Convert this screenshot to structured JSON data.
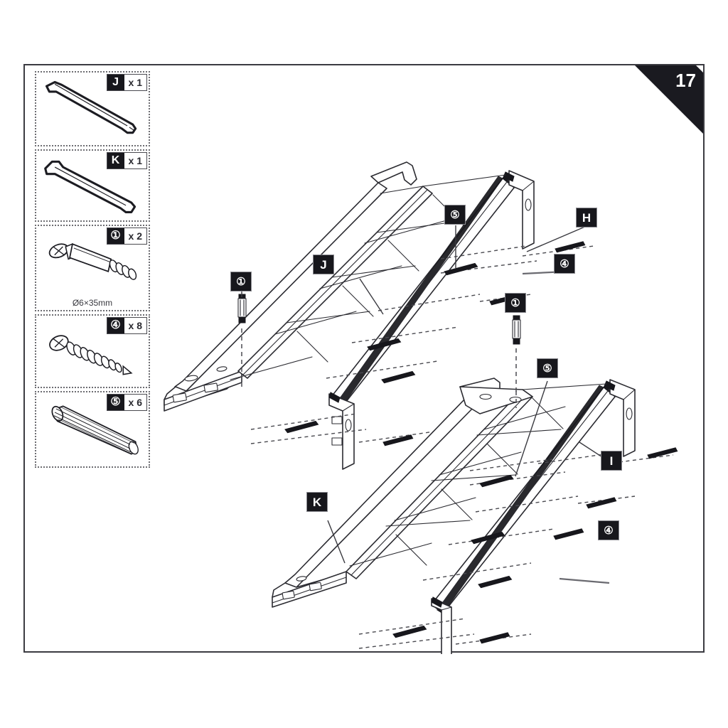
{
  "page": {
    "number": "17",
    "background_color": "#ffffff",
    "frame_color": "#3b3b41",
    "badge_color": "#17171c"
  },
  "parts_list": [
    {
      "symbol": "J",
      "quantity": "x 1",
      "icon": "rail-bar-icon",
      "dimension": ""
    },
    {
      "symbol": "K",
      "quantity": "x 1",
      "icon": "rail-bar-icon",
      "dimension": ""
    },
    {
      "symbol": "①",
      "quantity": "x 2",
      "icon": "cam-bolt-icon",
      "dimension": "Ø6×35mm"
    },
    {
      "symbol": "④",
      "quantity": "x 8",
      "icon": "wood-screw-icon",
      "dimension": ""
    },
    {
      "symbol": "⑤",
      "quantity": "x 6",
      "icon": "wooden-dowel-icon",
      "dimension": ""
    }
  ],
  "callouts": {
    "upper_assembly": [
      {
        "id": "upper-dowel-5",
        "label": "⑤",
        "kind": "number"
      },
      {
        "id": "upper-panel-h",
        "label": "H",
        "kind": "letter"
      },
      {
        "id": "upper-rail-j",
        "label": "J",
        "kind": "letter"
      },
      {
        "id": "upper-cam-1",
        "label": "①",
        "kind": "number"
      },
      {
        "id": "upper-screw-4",
        "label": "④",
        "kind": "number"
      }
    ],
    "lower_assembly": [
      {
        "id": "lower-cam-1",
        "label": "①",
        "kind": "number"
      },
      {
        "id": "lower-dowel-5",
        "label": "⑤",
        "kind": "number"
      },
      {
        "id": "lower-panel-i",
        "label": "I",
        "kind": "letter"
      },
      {
        "id": "lower-rail-k",
        "label": "K",
        "kind": "letter"
      },
      {
        "id": "lower-screw-4",
        "label": "④",
        "kind": "number"
      }
    ]
  }
}
